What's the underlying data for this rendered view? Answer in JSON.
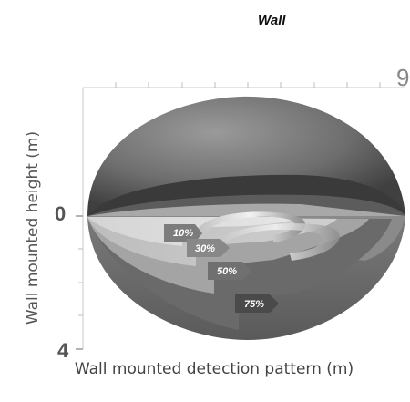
{
  "title": "Wall",
  "axes": {
    "y_label": "Wall mounted height (m)",
    "x_label": "Wall mounted detection pattern (m)",
    "y_tick_top": "0",
    "y_tick_bottom": "4",
    "x_tick_right": "9"
  },
  "zones": [
    {
      "label": "10%"
    },
    {
      "label": "30%"
    },
    {
      "label": "50%"
    },
    {
      "label": "75%"
    }
  ]
}
